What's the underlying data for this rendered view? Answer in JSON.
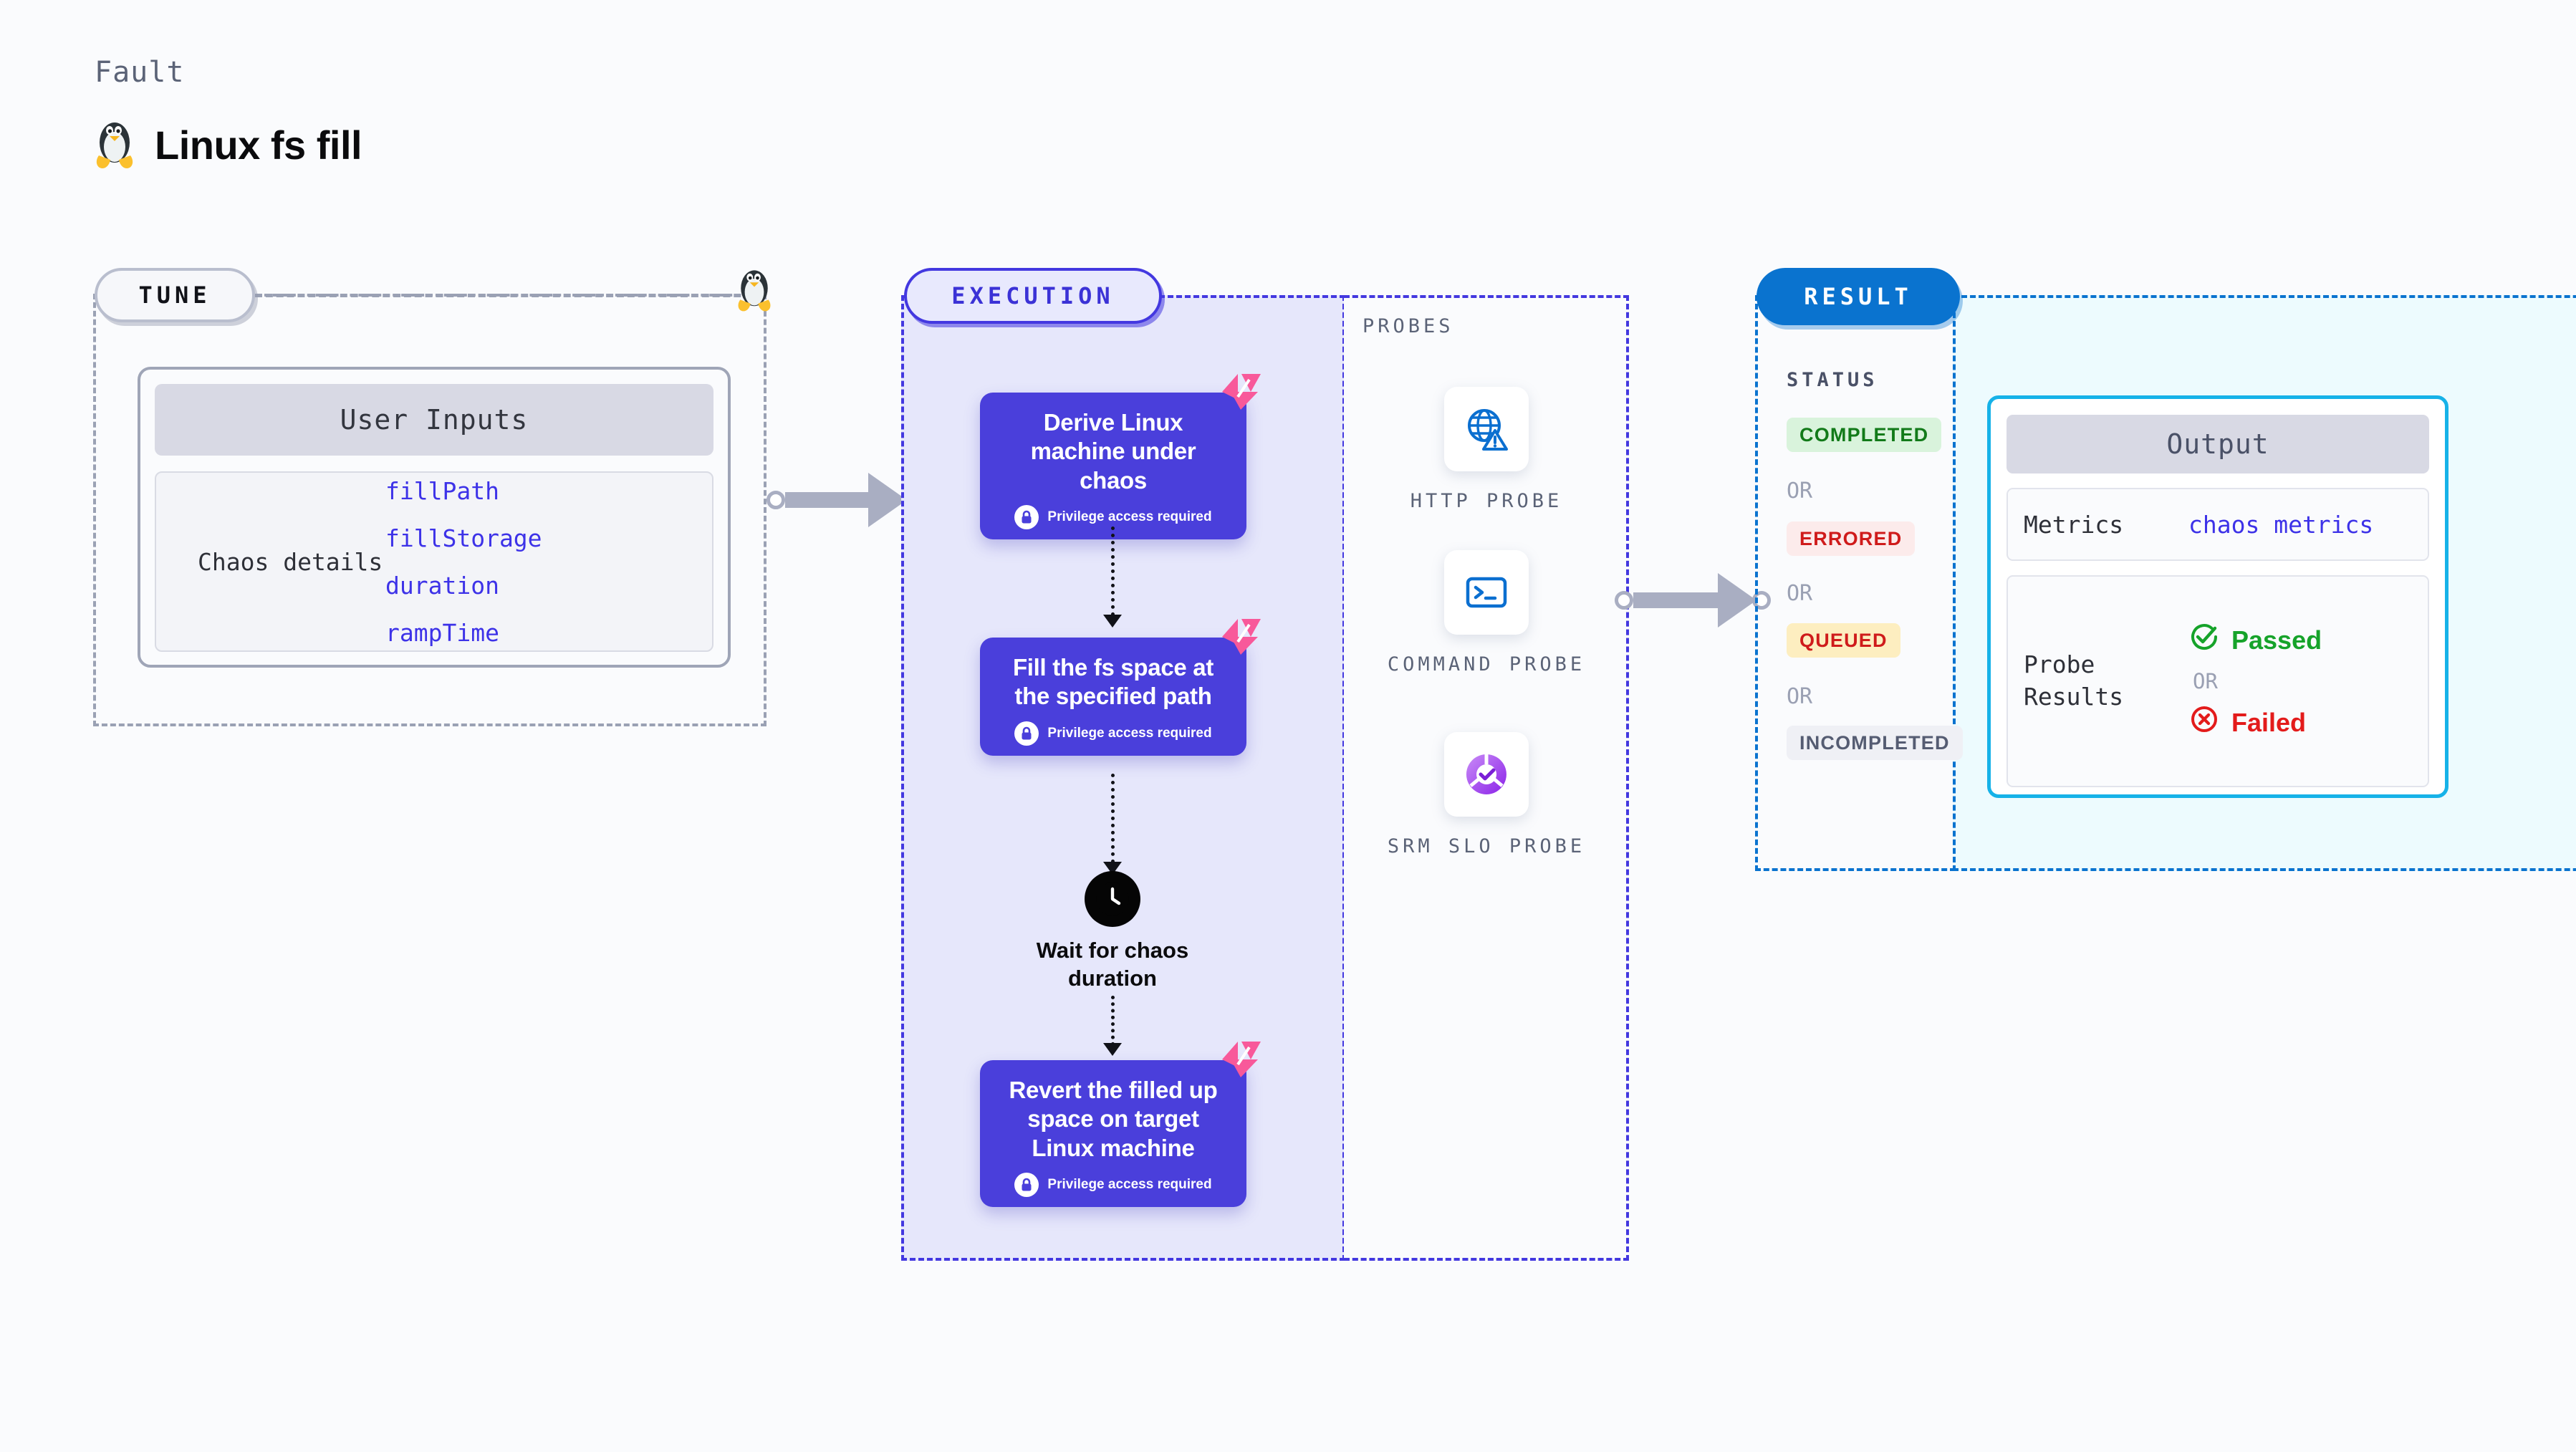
{
  "header": {
    "kicker": "Fault",
    "title": "Linux fs fill",
    "icon": "linux-penguin-icon"
  },
  "phases": {
    "tune": {
      "pill_label": "TUNE",
      "connector_icon": "linux-penguin-icon",
      "card": {
        "header": "User Inputs",
        "row_label": "Chaos details",
        "values": [
          "fillPath",
          "fillStorage",
          "duration",
          "rampTime"
        ]
      }
    },
    "execution": {
      "pill_label": "EXECUTION",
      "steps": [
        {
          "title": "Derive Linux machine under chaos",
          "privilege_note": "Privilege access required",
          "badge_icon": "litmus-chaos-icon",
          "lock_icon": "lock-icon"
        },
        {
          "title": "Fill the fs space at the specified path",
          "privilege_note": "Privilege access required",
          "badge_icon": "litmus-chaos-icon",
          "lock_icon": "lock-icon"
        },
        {
          "title": "Revert the filled up space on target Linux machine",
          "privilege_note": "Privilege access required",
          "badge_icon": "litmus-chaos-icon",
          "lock_icon": "lock-icon"
        }
      ],
      "wait_node": {
        "label": "Wait for chaos duration",
        "icon": "clock-icon"
      }
    },
    "probes": {
      "title": "PROBES",
      "items": [
        {
          "label": "HTTP PROBE",
          "icon": "globe-warning-icon"
        },
        {
          "label": "COMMAND PROBE",
          "icon": "terminal-icon"
        },
        {
          "label": "SRM SLO PROBE",
          "icon": "slo-donut-check-icon"
        }
      ]
    },
    "result": {
      "pill_label": "RESULT",
      "status_title": "STATUS",
      "or_label": "OR",
      "statuses": [
        {
          "label": "COMPLETED",
          "bg": "#d9f3dc",
          "fg": "#127a19"
        },
        {
          "label": "ERRORED",
          "bg": "#fcebeb",
          "fg": "#cf1b1b"
        },
        {
          "label": "QUEUED",
          "bg": "#fdeec0",
          "fg": "#cf1b1b"
        },
        {
          "label": "INCOMPLETED",
          "bg": "#eff0f5",
          "fg": "#555c72"
        }
      ]
    },
    "output": {
      "header": "Output",
      "metrics_label": "Metrics",
      "metrics_value": "chaos metrics",
      "probe_results_label": "Probe Results",
      "passed_label": "Passed",
      "failed_label": "Failed",
      "or_label": "OR",
      "passed_icon": "check-circle-icon",
      "failed_icon": "x-circle-icon"
    }
  },
  "colors": {
    "page_bg": "#fafbfd",
    "execution_accent": "#4338e0",
    "execution_fill": "#e6e7fb",
    "result_accent": "#0a73cf",
    "output_fill": "#edfbfe",
    "output_border": "#16b2e8",
    "step_fill": "#4a3fdb",
    "litmus_pink": "#f8599a",
    "mono_value": "#3d32e8",
    "muted": "#9aa1b4"
  }
}
